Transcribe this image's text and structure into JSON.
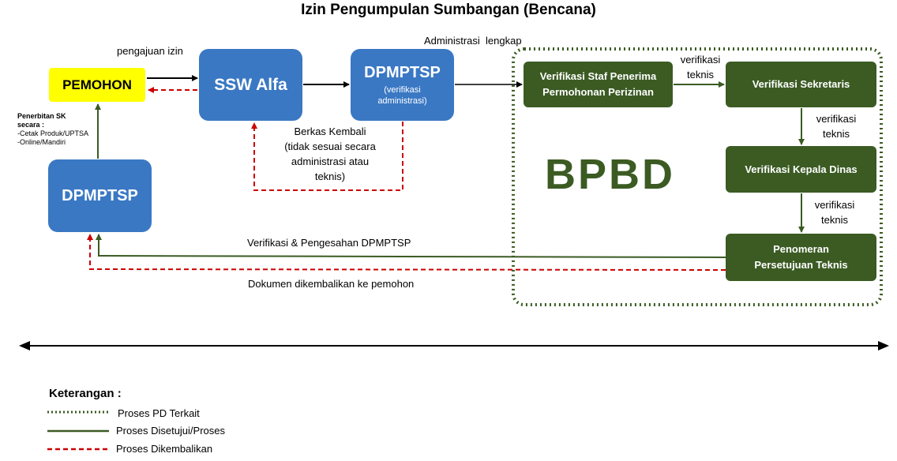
{
  "title": "Izin Pengumpulan Sumbangan (Bencana)",
  "nodes": {
    "pemohon": "PEMOHON",
    "ssw": "SSW Alfa",
    "dpmptsp_top": {
      "title": "DPMPTSP",
      "subtitle_line1": "(verifikasi",
      "subtitle_line2": "administrasi)"
    },
    "dpmptsp_left": "DPMPTSP",
    "bpbd": "BPBD",
    "verif_staf": {
      "line1": "Verifikasi Staf Penerima",
      "line2": "Permohonan Perizinan"
    },
    "verif_sekretaris": "Verifikasi Sekretaris",
    "verif_kepala": "Verifikasi Kepala Dinas",
    "penomeran": {
      "line1": "Penomeran",
      "line2": "Persetujuan Teknis"
    }
  },
  "labels": {
    "pengajuan_izin": "pengajuan izin",
    "administrasi_lengkap": "Administrasi  lengkap",
    "verifikasi_teknis_1": {
      "line1": "verifikasi",
      "line2": "teknis"
    },
    "verifikasi_teknis_2": {
      "line1": "verifikasi",
      "line2": "teknis"
    },
    "verifikasi_teknis_3": {
      "line1": "verifikasi",
      "line2": "teknis"
    },
    "berkas_kembali": {
      "line1": "Berkas Kembali",
      "line2": "(tidak sesuai secara",
      "line3": "administrasi atau",
      "line4": "teknis)"
    },
    "verifikasi_pengesahan": "Verifikasi & Pengesahan DPMPTSP",
    "dokumen_dikembalikan": "Dokumen dikembalikan ke pemohon",
    "penerbitan_sk": {
      "line1": "Penerbitan SK",
      "line2": "secara :",
      "line3": "-Cetak Produk/UPTSA",
      "line4": "-Online/Mandiri"
    }
  },
  "legend": {
    "title": "Keterangan :",
    "items": [
      {
        "label": "Proses PD Terkait",
        "style": "dotted",
        "color": "#3b5b23"
      },
      {
        "label": "Proses Disetujui/Proses",
        "style": "solid",
        "color": "#3b5b23"
      },
      {
        "label": "Proses Dikembalikan",
        "style": "dashed",
        "color": "#cc0000"
      }
    ]
  },
  "colors": {
    "blue": "#3a78c4",
    "dark_green": "#3b5b23",
    "yellow": "#ffff00",
    "red": "#cc0000"
  }
}
